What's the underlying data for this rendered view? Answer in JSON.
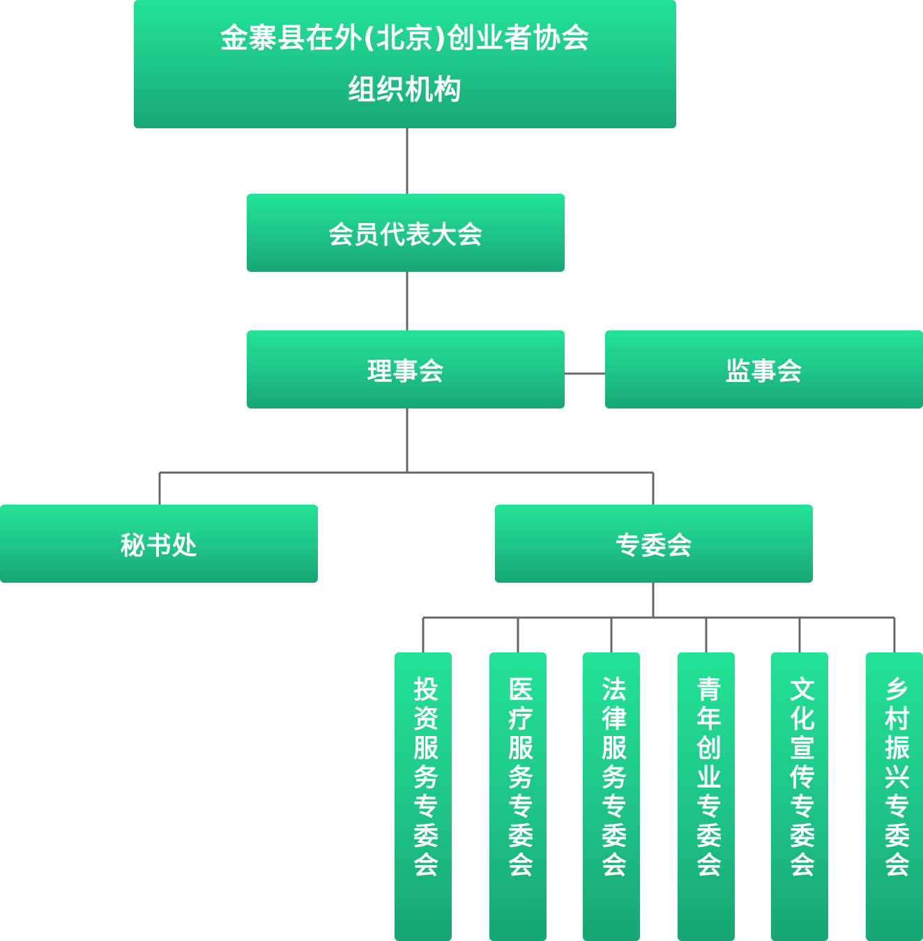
{
  "root": {
    "line1": "金寨县在外(北京)创业者协会",
    "line2": "组织机构"
  },
  "congress": "会员代表大会",
  "council": "理事会",
  "supervisory": "监事会",
  "secretariat": "秘书处",
  "committees": "专委会",
  "sub_committees": [
    "投资服务专委会",
    "医疗服务专委会",
    "法律服务专委会",
    "青年创业专委会",
    "文化宣传专委会",
    "乡村振兴专委会"
  ],
  "colors": {
    "node_top": "#22e396",
    "node_bottom": "#17a673",
    "connector": "#666666",
    "text": "#ffffff"
  }
}
